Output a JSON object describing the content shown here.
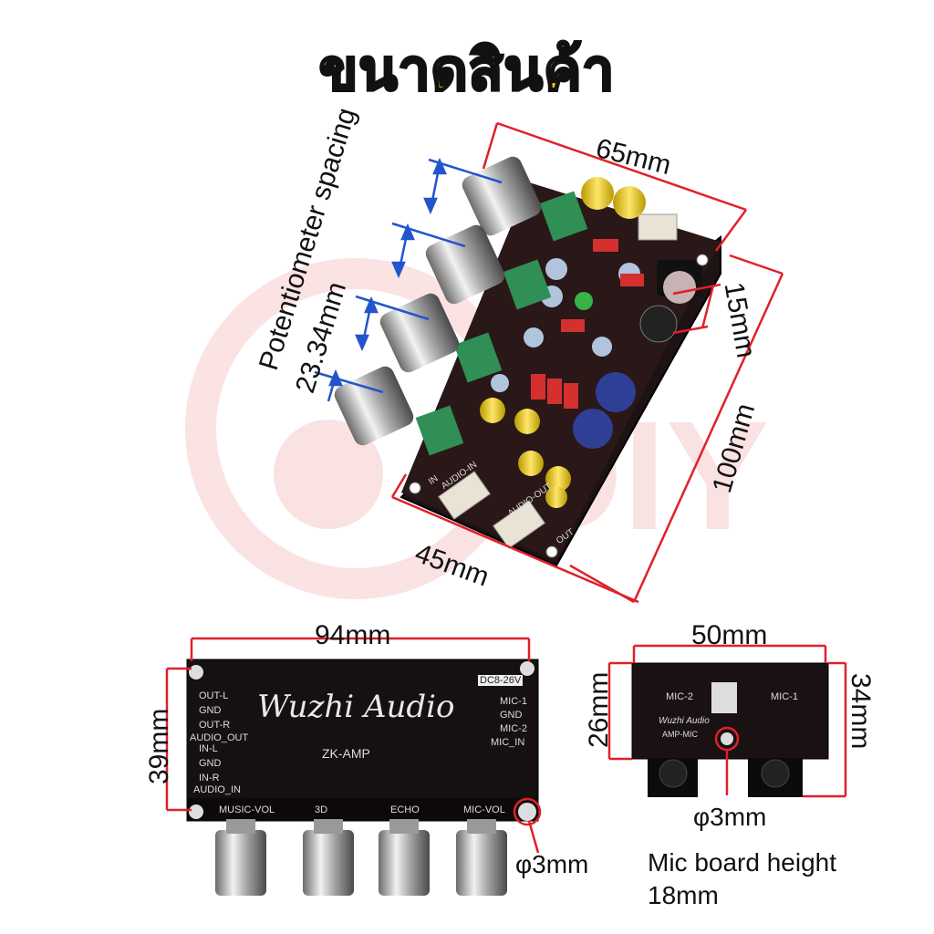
{
  "title": "ขนาดสินค้า",
  "dimensions": {
    "top_width": "65mm",
    "top_length": "100mm",
    "top_depth": "45mm",
    "jack_spacing": "15mm",
    "pot_spacing_label": "Potentiometer spacing",
    "pot_spacing_value": "23.34mm",
    "back_width": "94mm",
    "back_height": "39mm",
    "mic_width": "50mm",
    "mic_height_left": "26mm",
    "mic_height_right": "34mm",
    "hole_mic": "φ3mm",
    "hole_back": "φ3mm",
    "mic_board_height_line1": "Mic board height",
    "mic_board_height_line2": "18mm"
  },
  "board_labels": {
    "brand": "Wuzhi Audio",
    "model": "ZK-AMP",
    "power": "DC8-26V",
    "out_l": "OUT-L",
    "gnd1": "GND",
    "out_r": "OUT-R",
    "audio_out": "AUDIO_OUT",
    "in_l": "IN-L",
    "gnd2": "GND",
    "in_r": "IN-R",
    "audio_in": "AUDIO_IN",
    "mic1": "MIC-1",
    "gnd3": "GND",
    "mic2": "MIC-2",
    "mic_in": "MIC_IN",
    "knob1": "MUSIC-VOL",
    "knob2": "3D",
    "knob3": "ECHO",
    "knob4": "MIC-VOL",
    "mic_board_left": "MIC-2",
    "mic_board_right": "MIC-1",
    "mic_board_brand": "Wuzhi Audio",
    "mic_board_model": "AMP-MIC",
    "top_audio_in": "AUDIO-IN",
    "top_audio_out": "AUDIO-OUT",
    "top_in": "IN",
    "top_out": "OUT"
  },
  "colors": {
    "title_fill": "#ffd400",
    "dimension_line": "#e0202a",
    "spacing_arrow": "#2255cc",
    "pcb": "#1a1212"
  }
}
